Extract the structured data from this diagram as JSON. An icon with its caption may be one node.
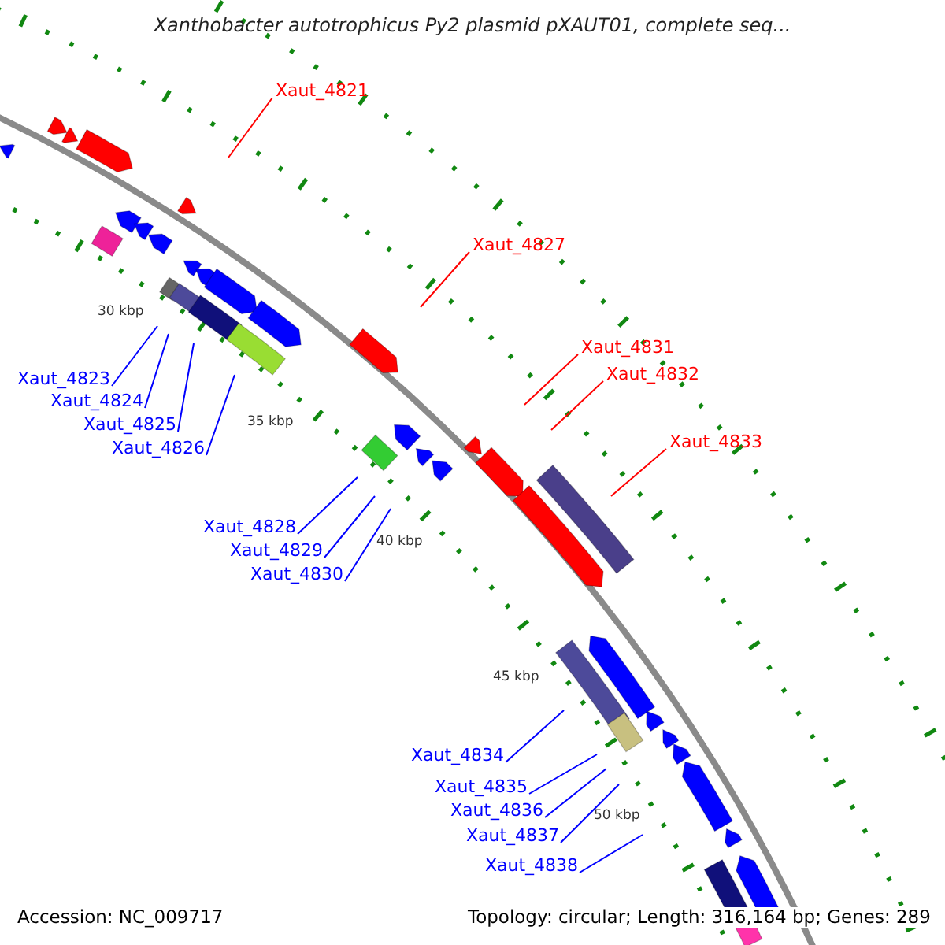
{
  "diagram": {
    "title": "Xanthobacter autotrophicus Py2 plasmid pXAUT01, complete seq...",
    "nodes": [
      {
        "text": [
          "Xaut_4821"
        ]
      },
      {
        "text": [
          "Xaut_4827"
        ]
      },
      {
        "text": [
          "Xaut_4831"
        ]
      },
      {
        "text": [
          "Xaut_4832"
        ]
      },
      {
        "text": [
          "Xaut_4833"
        ]
      },
      {
        "text": [
          "Xaut_4823"
        ]
      },
      {
        "text": [
          "Xaut_4824"
        ]
      },
      {
        "text": [
          "Xaut_4825"
        ]
      },
      {
        "text": [
          "Xaut_4826"
        ]
      },
      {
        "text": [
          "Xaut_4828"
        ]
      },
      {
        "text": [
          "Xaut_4829"
        ]
      },
      {
        "text": [
          "Xaut_4830"
        ]
      },
      {
        "text": [
          "Xaut_4834"
        ]
      },
      {
        "text": [
          "Xaut_4835"
        ]
      },
      {
        "text": [
          "Xaut_4836"
        ]
      },
      {
        "text": [
          "Xaut_4837"
        ]
      },
      {
        "text": [
          "Xaut_4838"
        ]
      }
    ],
    "edges": [
      {
        "from": 0,
        "to": null,
        "arrow": "none",
        "color": "#ff0000"
      },
      {
        "from": 1,
        "to": null,
        "arrow": "none",
        "color": "#ff0000"
      },
      {
        "from": 2,
        "to": null,
        "arrow": "none",
        "color": "#ff0000"
      },
      {
        "from": 3,
        "to": null,
        "arrow": "none",
        "color": "#ff0000"
      },
      {
        "from": 4,
        "to": null,
        "arrow": "none",
        "color": "#ff0000"
      },
      {
        "from": 5,
        "to": null,
        "arrow": "none"
      },
      {
        "from": 6,
        "to": null,
        "arrow": "none"
      },
      {
        "from": 7,
        "to": null,
        "arrow": "none"
      },
      {
        "from": 8,
        "to": null,
        "arrow": "none"
      },
      {
        "from": 9,
        "to": null,
        "arrow": "none"
      },
      {
        "from": 10,
        "to": null,
        "arrow": "none"
      },
      {
        "from": 11,
        "to": null,
        "arrow": "none"
      },
      {
        "from": 12,
        "to": null,
        "arrow": "none"
      },
      {
        "from": 13,
        "to": null,
        "arrow": "none"
      },
      {
        "from": 14,
        "to": null,
        "arrow": "none"
      },
      {
        "from": 15,
        "to": null,
        "arrow": "none"
      },
      {
        "from": 16,
        "to": null,
        "arrow": "none"
      }
    ],
    "labels": [
      "30 kbp",
      "35 kbp",
      "40 kbp",
      "45 kbp",
      "50 kbp",
      "Accession: NC_009717",
      "Topology: circular; Length: 316,164 bp; Genes: 289"
    ]
  }
}
